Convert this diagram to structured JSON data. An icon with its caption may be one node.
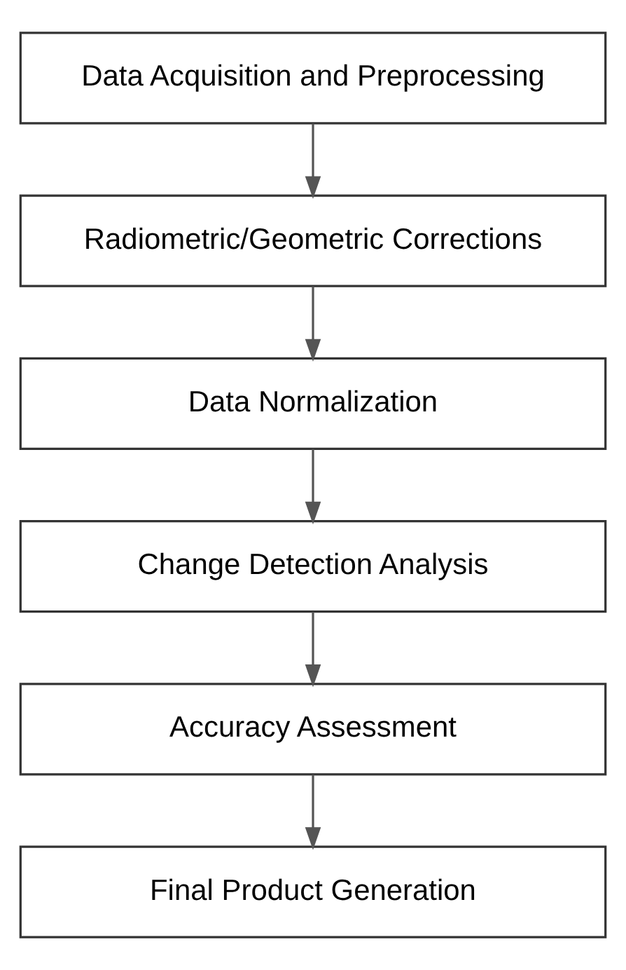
{
  "diagram": {
    "nodes": [
      {
        "text": [
          "Data Acquisition and Preprocessing"
        ]
      },
      {
        "text": [
          "Radiometric/Geometric Corrections"
        ]
      },
      {
        "text": [
          "Data Normalization"
        ]
      },
      {
        "text": [
          "Change Detection Analysis"
        ]
      },
      {
        "text": [
          "Accuracy Assessment"
        ]
      },
      {
        "text": [
          "Final Product Generation"
        ]
      }
    ],
    "edges": [
      {
        "from": 0,
        "to": 1,
        "arrow": "to"
      },
      {
        "from": 1,
        "to": 2,
        "arrow": "to"
      },
      {
        "from": 2,
        "to": 3,
        "arrow": "to"
      },
      {
        "from": 3,
        "to": 4,
        "arrow": "to"
      },
      {
        "from": 4,
        "to": 5,
        "arrow": "to"
      }
    ]
  }
}
